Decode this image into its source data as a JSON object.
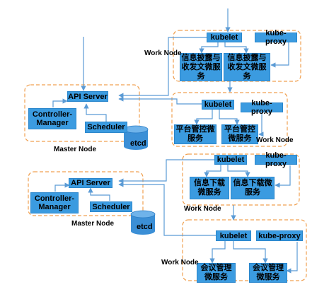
{
  "masters": [
    {
      "api": "API Server",
      "cm": "Controller-\nManager",
      "sched": "Scheduler",
      "etcd": "etcd",
      "label": "Master Node"
    },
    {
      "api": "API Server",
      "cm": "Controller-\nManager",
      "sched": "Scheduler",
      "etcd": "etcd",
      "label": "Master Node"
    }
  ],
  "workers": [
    {
      "kubelet": "kubelet",
      "proxy": "kube-proxy",
      "svc1": "信息披露与\n收发文微服\n务",
      "svc2": "信息披露与\n收发文微服\n务",
      "label": "Work Node"
    },
    {
      "kubelet": "kubelet",
      "proxy": "kube-proxy",
      "svc1": "平台管控微\n服务",
      "svc2": "平台管控\n微服务",
      "label": "Work Node"
    },
    {
      "kubelet": "kubelet",
      "proxy": "kube-proxy",
      "svc1": "信息下载\n微服务",
      "svc2": "信息下载微\n服务",
      "label": "Work Node"
    },
    {
      "kubelet": "kubelet",
      "proxy": "kube-proxy",
      "svc1": "会议管理\n微服务",
      "svc2": "会议管理\n微服务",
      "label": "Work Node"
    }
  ],
  "colors": {
    "box": "#3b9be0",
    "arrow": "#5b9bd5",
    "dash": "#f0a050",
    "etcd": "#3b8fd6"
  }
}
